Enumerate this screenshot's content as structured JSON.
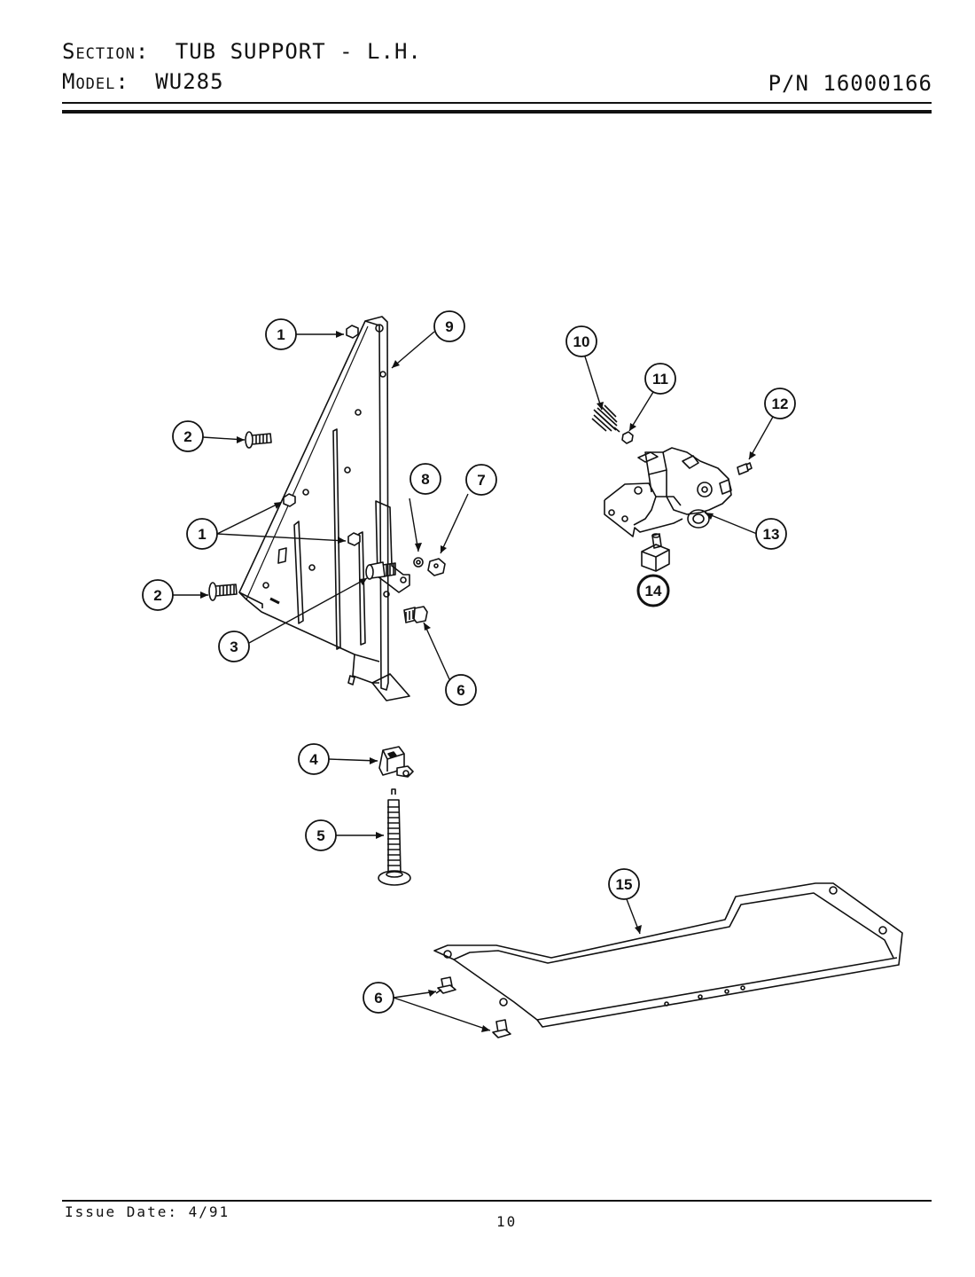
{
  "header": {
    "section_label": "Section:",
    "section_value": "TUB SUPPORT - L.H.",
    "model_label": "Model:",
    "model_value": "WU285",
    "part_number": "P/N 16000166"
  },
  "footer": {
    "issue_date": "Issue Date: 4/91",
    "page_number": "10"
  },
  "callouts": [
    "1",
    "9",
    "2",
    "1",
    "8",
    "7",
    "2",
    "3",
    "6",
    "10",
    "11",
    "12",
    "13",
    "14",
    "4",
    "5",
    "15",
    "6"
  ]
}
